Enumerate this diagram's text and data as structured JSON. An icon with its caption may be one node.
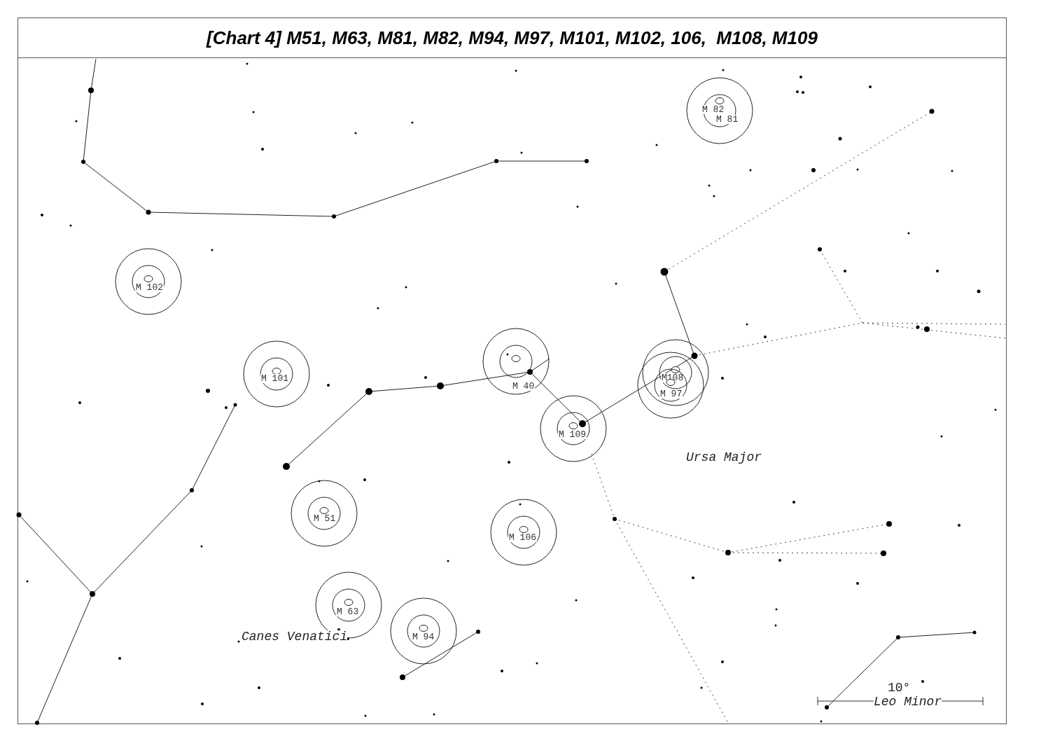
{
  "diagram": {
    "title": "[Chart 4] M51, M63, M81, M82, M94, M97, M101, M102, 106,  M108, M109",
    "nodes": [
      {
        "text": [
          "M 82",
          "M 81"
        ]
      },
      {
        "text": [
          "M 102"
        ]
      },
      {
        "text": [
          "M 101"
        ]
      },
      {
        "text": [
          "M 40"
        ]
      },
      {
        "text": [
          "M108"
        ]
      },
      {
        "text": [
          "M 97"
        ]
      },
      {
        "text": [
          "M 109"
        ]
      },
      {
        "text": [
          "M 51"
        ]
      },
      {
        "text": [
          "M 106"
        ]
      },
      {
        "text": [
          "M 63"
        ]
      },
      {
        "text": [
          "M 94"
        ]
      }
    ],
    "labels": [
      "Ursa Major",
      "Canes Venatici",
      "10°",
      "Leo Minor"
    ]
  }
}
